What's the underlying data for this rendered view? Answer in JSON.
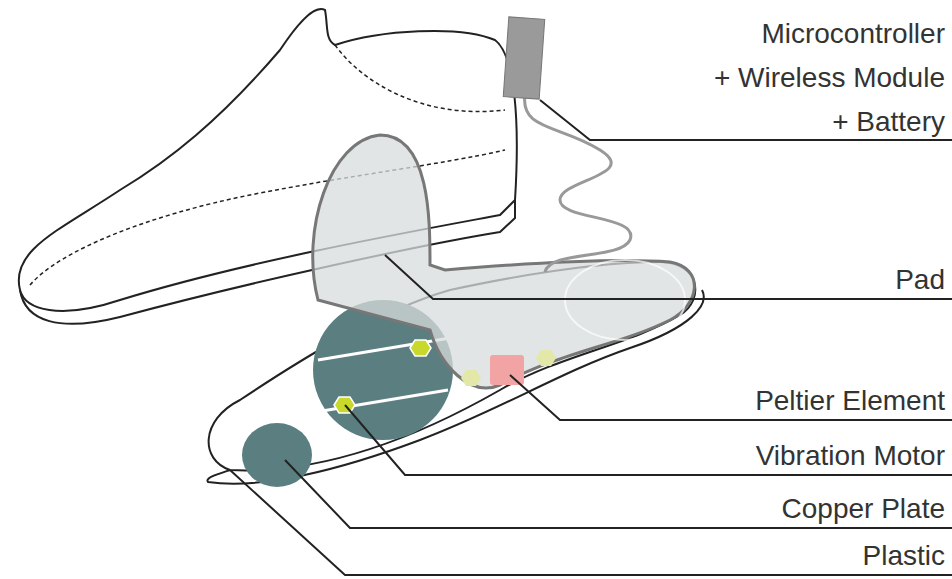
{
  "diagram": {
    "labels": [
      "Microcontroller + Wireless Module + Battery",
      "Pad",
      "Peltier Element",
      "Vibration Motor",
      "Copper Plate",
      "Plastic"
    ]
  }
}
